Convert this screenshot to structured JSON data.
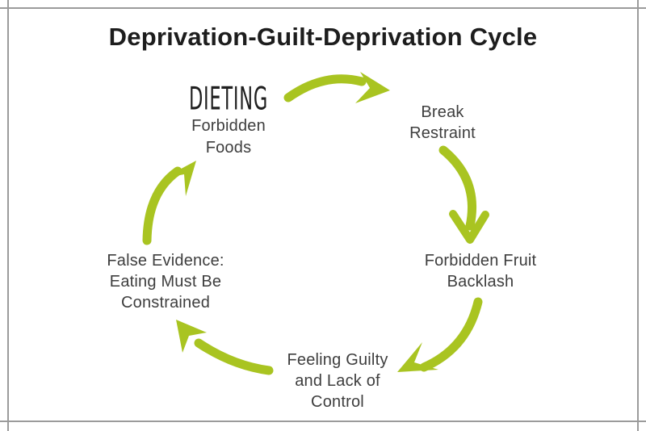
{
  "title": "Deprivation-Guilt-Deprivation Cycle",
  "colors": {
    "arrow_green": "#a9c421",
    "frame_gray": "#9b9b9b",
    "label_text": "#3e3e3e",
    "title_text": "#1d1d1d"
  },
  "cycle": {
    "stages": [
      {
        "id": "dieting",
        "heading": "DIETING",
        "label": "Forbidden\nFoods"
      },
      {
        "id": "break-restraint",
        "label": "Break\nRestraint"
      },
      {
        "id": "forbidden-fruit-backlash",
        "label": "Forbidden Fruit\nBacklash"
      },
      {
        "id": "feeling-guilty",
        "label": "Feeling Guilty\nand Lack of\nControl"
      },
      {
        "id": "false-evidence",
        "label": "False Evidence:\nEating Must Be\nConstrained"
      }
    ]
  }
}
